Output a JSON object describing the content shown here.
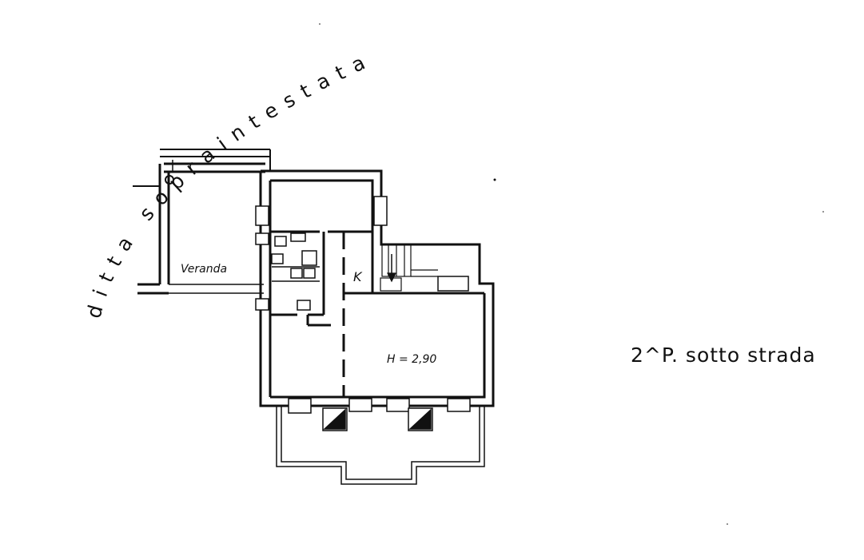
{
  "labels": {
    "arc_text": "ditta sopraintestata",
    "veranda": "Veranda",
    "kitchen": "K",
    "height": "H = 2,90",
    "floor": "2^P. sotto strada"
  },
  "colors": {
    "ink": "#111111",
    "paper": "#ffffff"
  }
}
